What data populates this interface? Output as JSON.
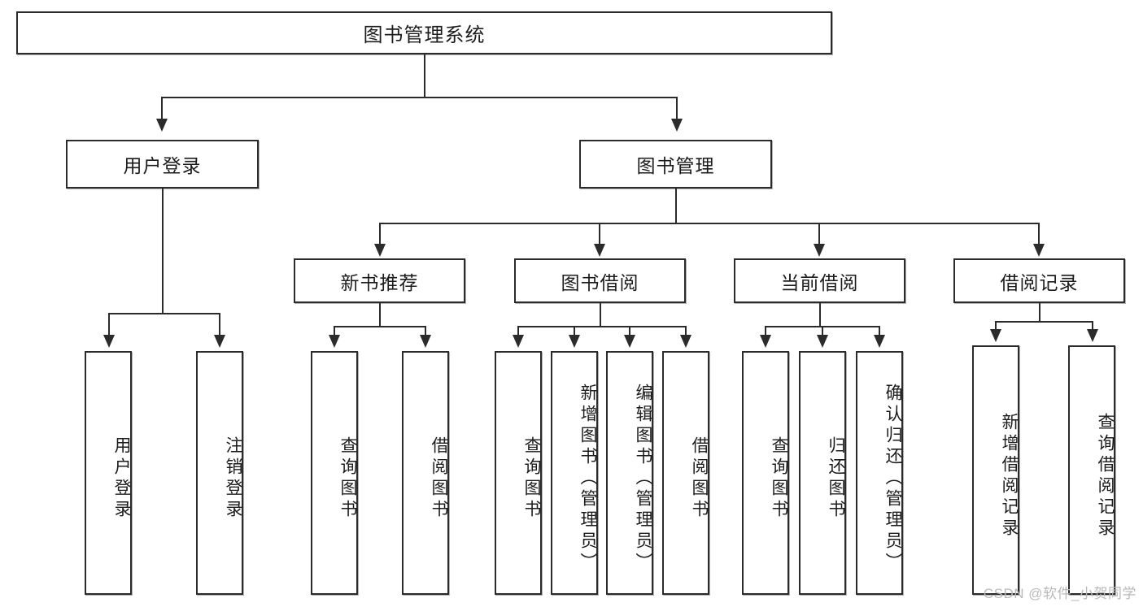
{
  "diagram": {
    "type": "tree",
    "title": "图书管理系统",
    "watermark": "CSDN @软件_小贺同学",
    "colors": {
      "box_border": "#2b2b2b",
      "box_fill": "#ffffff",
      "connector": "#2b2b2b",
      "watermark": "#b9b9b9",
      "background": "#ffffff"
    },
    "levels": {
      "root": {
        "label": "图书管理系统"
      },
      "level1": [
        {
          "label": "用户登录"
        },
        {
          "label": "图书管理"
        }
      ],
      "level2": [
        {
          "label": "新书推荐"
        },
        {
          "label": "图书借阅"
        },
        {
          "label": "当前借阅"
        },
        {
          "label": "借阅记录"
        }
      ]
    },
    "leaves": {
      "user_login": [
        {
          "label": "用户登录"
        },
        {
          "label": "注销登录"
        }
      ],
      "new_book_recommend": [
        {
          "label": "查询图书"
        },
        {
          "label": "借阅图书"
        }
      ],
      "book_borrow": [
        {
          "label": "查询图书"
        },
        {
          "label": "新增图书（管理员）"
        },
        {
          "label": "编辑图书（管理员）"
        },
        {
          "label": "借阅图书"
        }
      ],
      "current_borrow": [
        {
          "label": "查询图书"
        },
        {
          "label": "归还图书"
        },
        {
          "label": "确认归还（管理员）"
        }
      ],
      "borrow_record": [
        {
          "label": "新增借阅记录"
        },
        {
          "label": "查询借阅记录"
        }
      ]
    }
  }
}
